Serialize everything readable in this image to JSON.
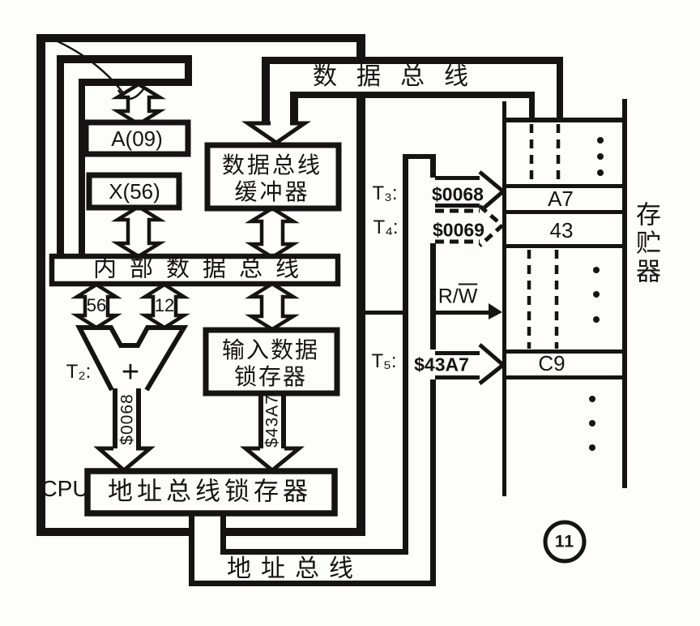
{
  "figure": {
    "number": "11"
  },
  "buses": {
    "data": "数据总线",
    "address": "地址总线"
  },
  "cpu": {
    "label": "CPU",
    "reg_a": "A(09)",
    "reg_x": "X(56)",
    "data_bus_buffer_line1": "数据总线",
    "data_bus_buffer_line2": "缓冲器",
    "internal_bus": "内部数据总线",
    "alu_t": "T₂:",
    "alu_plus": "+",
    "alu_in_left": "56",
    "alu_in_right": "12",
    "alu_out_addr": "$0068",
    "input_latch_line1": "输入数据",
    "input_latch_line2": "锁存器",
    "input_latch_out": "$43A7",
    "address_latch": "地址总线锁存器"
  },
  "timing": {
    "t3": {
      "label": "T₃:",
      "addr": "$0068"
    },
    "t4": {
      "label": "T₄:",
      "addr": "$0069"
    },
    "t5": {
      "label": "T₅:",
      "addr": "$43A7"
    }
  },
  "control": {
    "rw_prefix": "R/",
    "rw_w": "W"
  },
  "memory": {
    "label": "存贮器",
    "cell_a7": "A7",
    "cell_43": "43",
    "cell_c9": "C9"
  }
}
